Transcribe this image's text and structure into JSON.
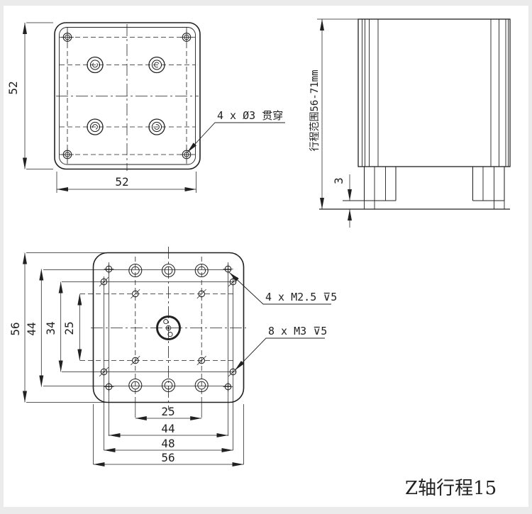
{
  "drawing_title": "Z轴行程15",
  "colors": {
    "line": "#212121",
    "page": "#ffffff",
    "margin": "#ebebeb"
  },
  "top_view": {
    "dim_height": "52",
    "dim_width": "52",
    "hole_callout": "4 x Ø3 贯穿"
  },
  "side_view": {
    "travel_range": "行程范围56-71mm",
    "base_thickness": "3"
  },
  "bottom_view": {
    "v_dims": [
      "56",
      "44",
      "34",
      "25"
    ],
    "h_dims": [
      "25",
      "44",
      "48",
      "56"
    ],
    "callout_m25": "4 x M2.5 ⊽5",
    "callout_m3": "8 x M3 ⊽5"
  }
}
